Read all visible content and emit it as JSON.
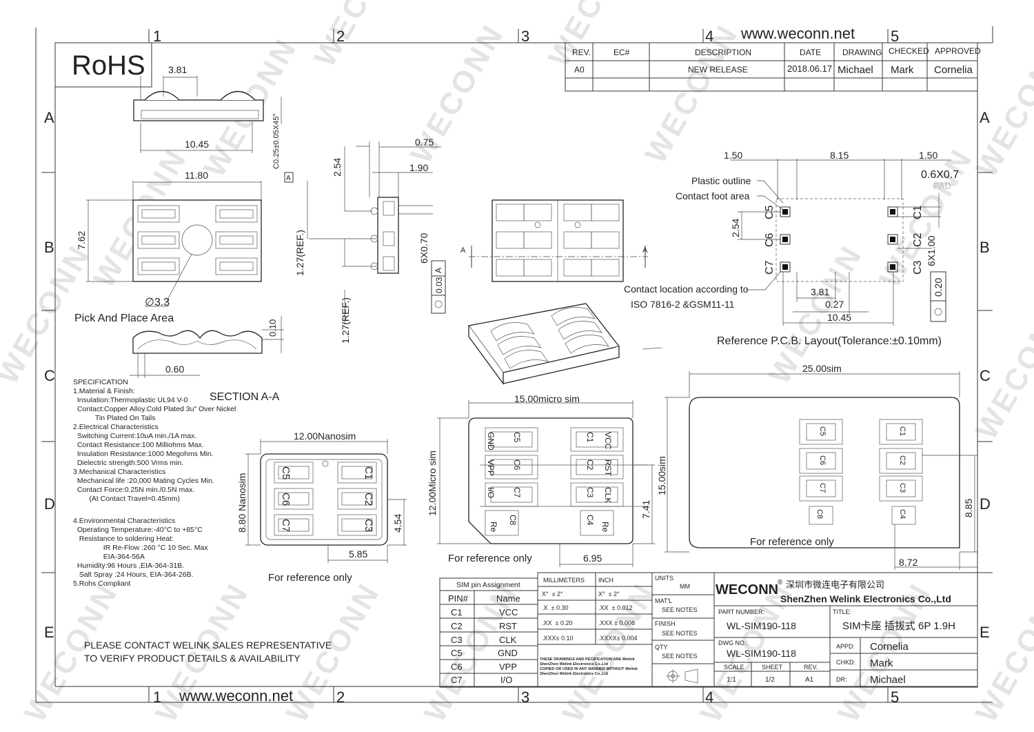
{
  "watermark": "WECONN",
  "grid": {
    "cols": [
      "1",
      "2",
      "3",
      "4",
      "5"
    ],
    "rows": [
      "A",
      "B",
      "C",
      "D",
      "E"
    ]
  },
  "rohs": "RoHS",
  "website": "www.weconn.net",
  "revision_table": {
    "headers": [
      "REV.",
      "EC#",
      "DESCRIPTION",
      "DATE",
      "DRAWING",
      "CHECKED",
      "APPROVED"
    ],
    "row": [
      "A0",
      "",
      "NEW RELEASE",
      "2018.06.17",
      "Michael",
      "Mark",
      "Cornelia"
    ]
  },
  "top_view": {
    "dim_381": "3.81",
    "dim_1045": "10.45",
    "chamfer": "C0.25±0.05X45°",
    "datum": "A"
  },
  "plan_view": {
    "dim_1180": "11.80",
    "dim_762": "7.62",
    "hole": "∅3.3",
    "pick_label": "Pick And Place Area"
  },
  "section": {
    "dim_010": "0.10",
    "dim_060": "0.60",
    "label": "SECTION A-A"
  },
  "side_view": {
    "dim_075": "0.75",
    "dim_190": "1.90",
    "dim_254": "2.54",
    "dim_127a": "1.27(REF.)",
    "dim_127b": "1.27(REF.)",
    "dim_6x070": "6X0.70",
    "tol_003": "0.03",
    "datum": "A"
  },
  "front_view": {
    "sec_mark_left": "A",
    "sec_mark_right": "A"
  },
  "pcb": {
    "dim_150a": "1.50",
    "dim_815": "8.15",
    "dim_150b": "1.50",
    "pad": "0.6X0.7",
    "pad_label": "PAD",
    "plastic_outline": "Plastic outline",
    "contact_foot": "Contact foot area",
    "dim_254": "2.54",
    "dim_6x100": "6X1.00",
    "tol_020": "0.20",
    "left_contacts": [
      "C5",
      "C6",
      "C7"
    ],
    "right_contacts": [
      "C1",
      "C2",
      "C3"
    ],
    "iso_note_1": "Contact location according to",
    "iso_note_2": "ISO 7816-2 &GSM11-11",
    "dim_381": "3.81",
    "dim_027": "0.27",
    "dim_1045": "10.45",
    "caption": "Reference P.C.B. Layout(Tolerance:±0.10mm)"
  },
  "specification": [
    "SPECIFICATION",
    "1.Material & Finish:",
    "  Insulation:Thermoplastic UL94 V-0",
    "  Contact:Copper Alloy.Cold Plated 3u\" Over Nickel",
    "           Tin Plated On Tails",
    "2.Electrical Characteristics",
    "  Switching Current:10uA min./1A max.",
    "  Contact Resistance:100 Milliohms Max.",
    "  Insulation Resistance:1000 Megohms Min.",
    "  Dielectric strength:500 Vrms min.",
    "3.Mechanical Characteristics",
    "  Mechanical life :20,000 Mating Cycles Min.",
    "  Contact Force:0.25N min./0.5N max.",
    "        (At Contact Travel=0.45mm)",
    "",
    "4.Environmental Characteristics",
    "  Operating Temperature:-40°C to +85°C",
    "   Resistance to soldering Heat:",
    "               IR Re-Flow :260 °C 10 Sec. Max",
    "               EIA-364-56A",
    "  Humidity:96 Hours ,EIA-364-31B.",
    "   Salt Spray :24 Hours, EIA-364-26B.",
    "5.Rohs Compliant"
  ],
  "nano": {
    "dim_1200": "12.00Nanosim",
    "dim_880": "8.80 Nanosim",
    "dim_454": "4.54",
    "dim_585": "5.85",
    "left": [
      "C5",
      "C6",
      "C7"
    ],
    "right": [
      "C1",
      "C2",
      "C3"
    ],
    "ref": "For reference only"
  },
  "micro": {
    "dim_1500": "15.00micro sim",
    "dim_1200": "12.00Micro sim",
    "dim_741": "7.41",
    "dim_695": "6.95",
    "left": [
      "C5",
      "C6",
      "C7"
    ],
    "right": [
      "C1",
      "C2",
      "C3"
    ],
    "left_pads": [
      "GND",
      "VPP",
      "I/O"
    ],
    "right_pads": [
      "VCC",
      "RST",
      "CLK"
    ],
    "c8": "C8",
    "c4": "C4",
    "re1": "Re",
    "re2": "Re",
    "ref": "For reference only"
  },
  "sim": {
    "dim_2500": "25.00sim",
    "dim_1500": "15.00sim",
    "dim_885": "8.85",
    "dim_872": "8.72",
    "left": [
      "C5",
      "C6",
      "C7"
    ],
    "right": [
      "C1",
      "C2",
      "C3"
    ],
    "c8": "C8",
    "c4": "C4",
    "ref": "For reference only"
  },
  "contact_note": [
    "PLEASE CONTACT WELINK SALES REPRESENTATIVE",
    "TO VERIFY PRODUCT DETAILS & AVAILABILITY"
  ],
  "pin_table": {
    "title": "SIM pin Assignment",
    "headers": [
      "PIN#",
      "Name"
    ],
    "rows": [
      [
        "C1",
        "VCC"
      ],
      [
        "C2",
        "RST"
      ],
      [
        "C3",
        "CLK"
      ],
      [
        "C5",
        "GND"
      ],
      [
        "C6",
        "VPP"
      ],
      [
        "C7",
        "I/O"
      ]
    ]
  },
  "tolerance": {
    "mm": "MILLIMETERS",
    "inch": "INCH",
    "rows": [
      [
        "X°  ± 2°",
        "X°  ± 2°"
      ],
      [
        ".X  ± 0.30",
        ".XX  ± 0.012"
      ],
      [
        ".XX  ± 0.20",
        ".XXX ± 0.008"
      ],
      [
        ".XXX± 0.10",
        ".XXXX± 0.004"
      ]
    ],
    "notice": [
      "THESE DRAWINGS AND PECIFICATION ARE Welink",
      "ShenZhen Welink Electronics Co.,Ltd",
      "COPIED OR USED IN ANY MANNER WITHOUT Welink",
      "ShenZhen Welink Electronics Co.,Ltd"
    ]
  },
  "title_block": {
    "units_label": "UNITS",
    "units": "MM",
    "matl_label": "MAT'L",
    "matl": "SEE NOTES",
    "finish_label": "FINISH",
    "finish": "SEE NOTES",
    "qty_label": "QTY",
    "qty": "SEE NOTES",
    "brand": "WECONN",
    "reg": "®",
    "company_cn": "深圳市微连电子有限公司",
    "company_en": "ShenZhen Welink Electronics Co.,Ltd",
    "part_label": "PART NUMBER:",
    "part": "WL-SIM190-118",
    "title_label": "TITLE:",
    "title": "SIM卡座 插拔式 6P 1.9H",
    "dwg_label": "DWG NO.:",
    "dwg": "WL-SIM190-118",
    "scale_label": "SCALE",
    "scale": "1:1",
    "sheet_label": "SHEET",
    "sheet": "1/2",
    "rev_label": "REV.",
    "rev": "A1",
    "appd_label": "APPD:",
    "appd": "Cornelia",
    "chkd_label": "CHKD:",
    "chkd": "Mark",
    "dr_label": "DR:",
    "dr": "Michael"
  }
}
